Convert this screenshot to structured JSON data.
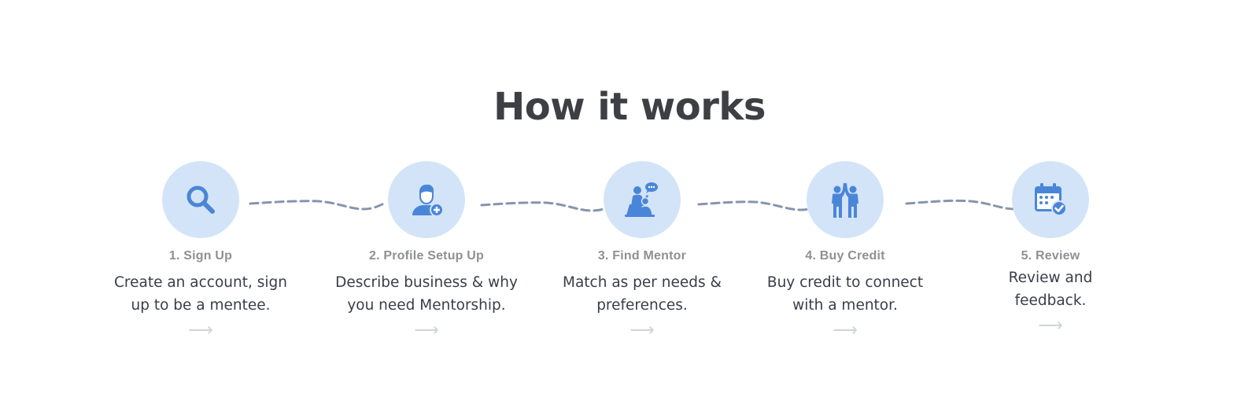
{
  "page": {
    "title": "How it works"
  },
  "colors": {
    "circle_bg": "#d3e4f8",
    "icon_blue": "#4a86d8",
    "connector": "#8794ad",
    "title_text": "#3e3f44",
    "step_title": "#8f9094",
    "step_desc": "#3a3d4a",
    "arrow": "#cfd3da"
  },
  "steps": [
    {
      "title": "1. Sign Up",
      "description": "Create an account, sign up to be a mentee.",
      "icon": "search-icon",
      "arrow": "⟶"
    },
    {
      "title": "2. Profile Setup Up",
      "description": "Describe business & why you need Mentorship.",
      "icon": "user-add-icon",
      "arrow": "⟶"
    },
    {
      "title": "3. Find Mentor",
      "description": "Match as per needs & preferences.",
      "icon": "mentor-chat-icon",
      "arrow": "⟶"
    },
    {
      "title": "4. Buy Credit",
      "description": "Buy credit to connect with a mentor.",
      "icon": "high-five-icon",
      "arrow": "⟶"
    },
    {
      "title": "5. Review",
      "description": "Review and feedback.",
      "icon": "calendar-check-icon",
      "arrow": "⟶"
    }
  ]
}
